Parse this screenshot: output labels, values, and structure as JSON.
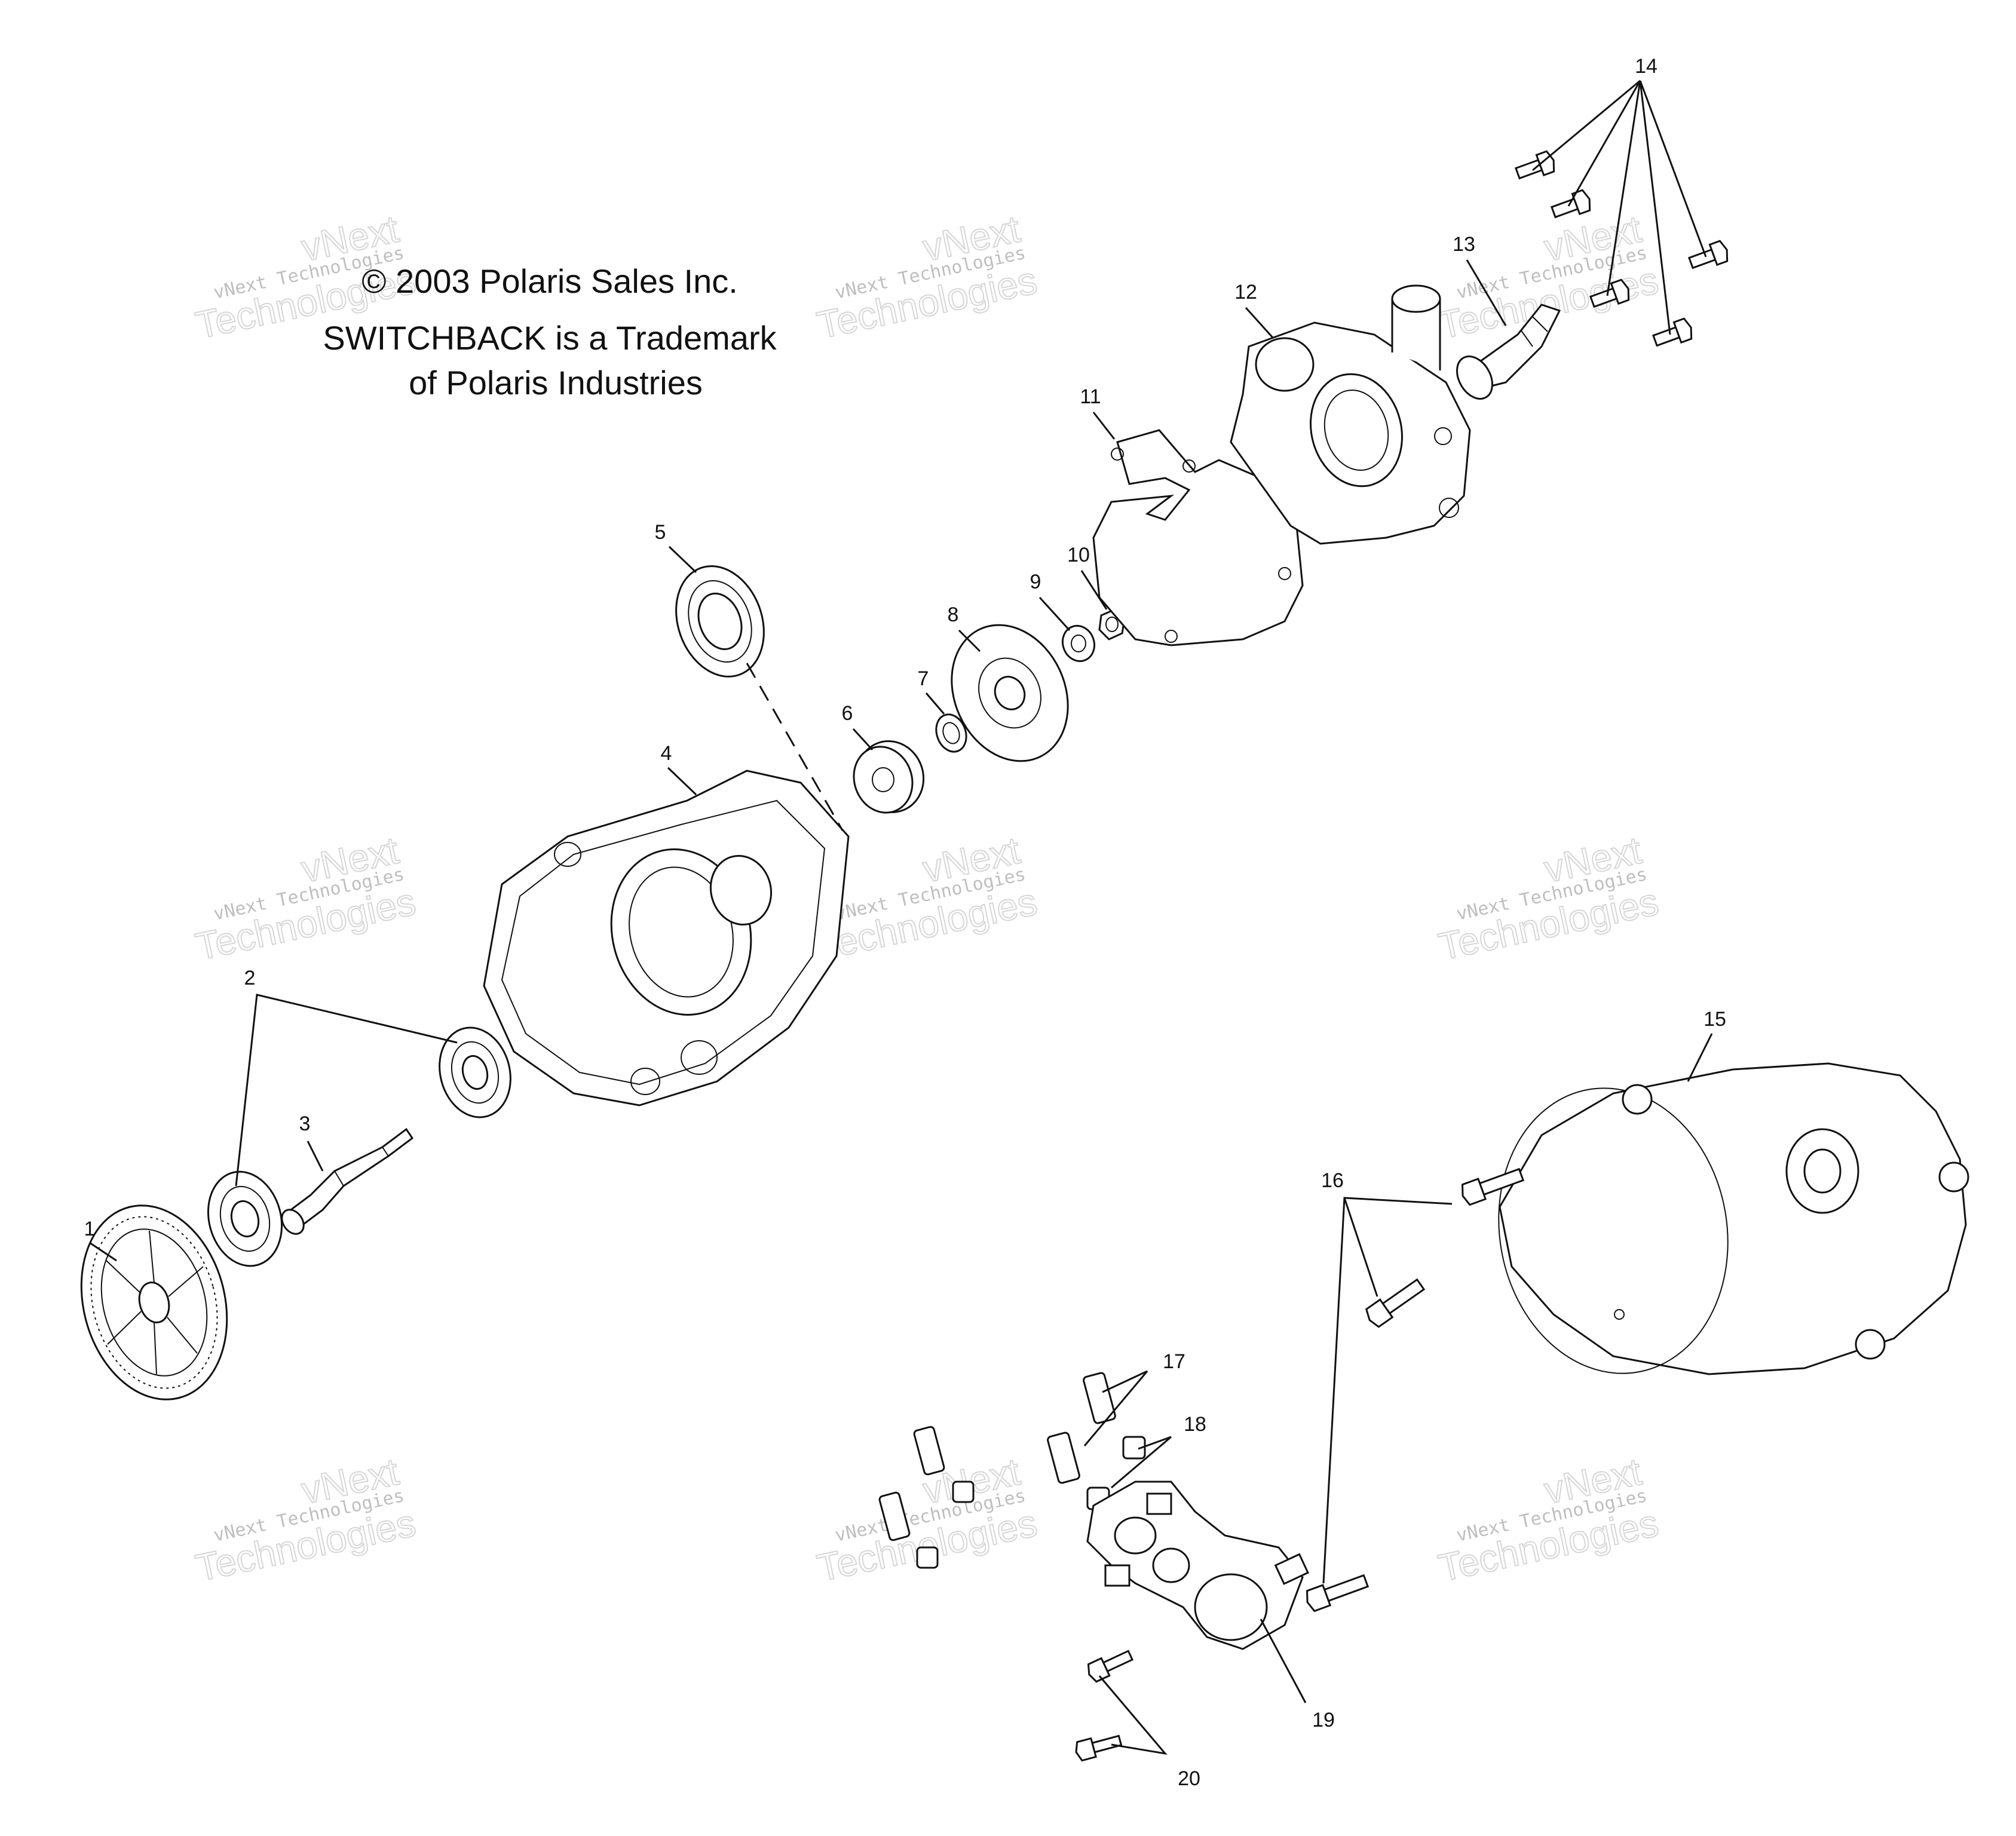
{
  "diagram": {
    "copyright": {
      "line1": "© 2003 Polaris Sales Inc.",
      "line2": "SWITCHBACK is a Trademark",
      "line3": "of Polaris Industries"
    },
    "watermark": {
      "line1": "vNext Technologies",
      "line2": "Technologies",
      "line3": "vNext"
    },
    "callouts": [
      "1",
      "2",
      "3",
      "4",
      "5",
      "6",
      "7",
      "8",
      "9",
      "10",
      "11",
      "12",
      "13",
      "14",
      "15",
      "16",
      "17",
      "18",
      "19",
      "20"
    ]
  }
}
